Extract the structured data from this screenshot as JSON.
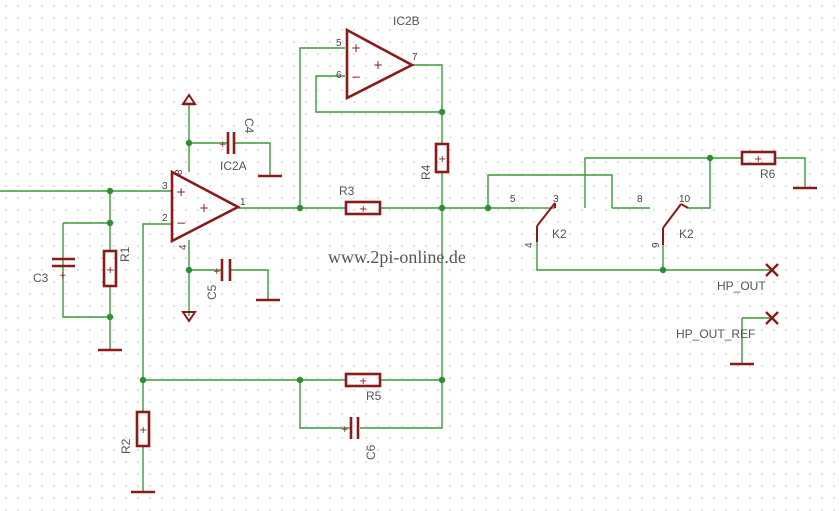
{
  "schematic": {
    "watermark": "www.2pi-online.de",
    "opamps": {
      "ic2a": "IC2A",
      "ic2b": "IC2B"
    },
    "resistors": {
      "r1": "R1",
      "r2": "R2",
      "r3": "R3",
      "r4": "R4",
      "r5": "R5",
      "r6": "R6"
    },
    "capacitors": {
      "c3": "C3",
      "c4": "C4",
      "c5": "C5",
      "c6": "C6"
    },
    "relay": {
      "k2a": "K2",
      "k2b": "K2"
    },
    "outputs": {
      "hp_out": "HP_OUT",
      "hp_out_ref": "HP_OUT_REF"
    },
    "pins": {
      "ic2a_in_plus": "3",
      "ic2a_in_minus": "2",
      "ic2a_out": "1",
      "ic2a_vpos": "8",
      "ic2a_vneg": "4",
      "ic2b_in_plus": "5",
      "ic2b_in_minus": "6",
      "ic2b_out": "7",
      "k2_p5": "5",
      "k2_p3": "3",
      "k2_p4": "4",
      "k2_p8": "8",
      "k2_p10": "10",
      "k2_p9": "9"
    },
    "symbols": {
      "plus": "+",
      "minus": "−"
    }
  }
}
